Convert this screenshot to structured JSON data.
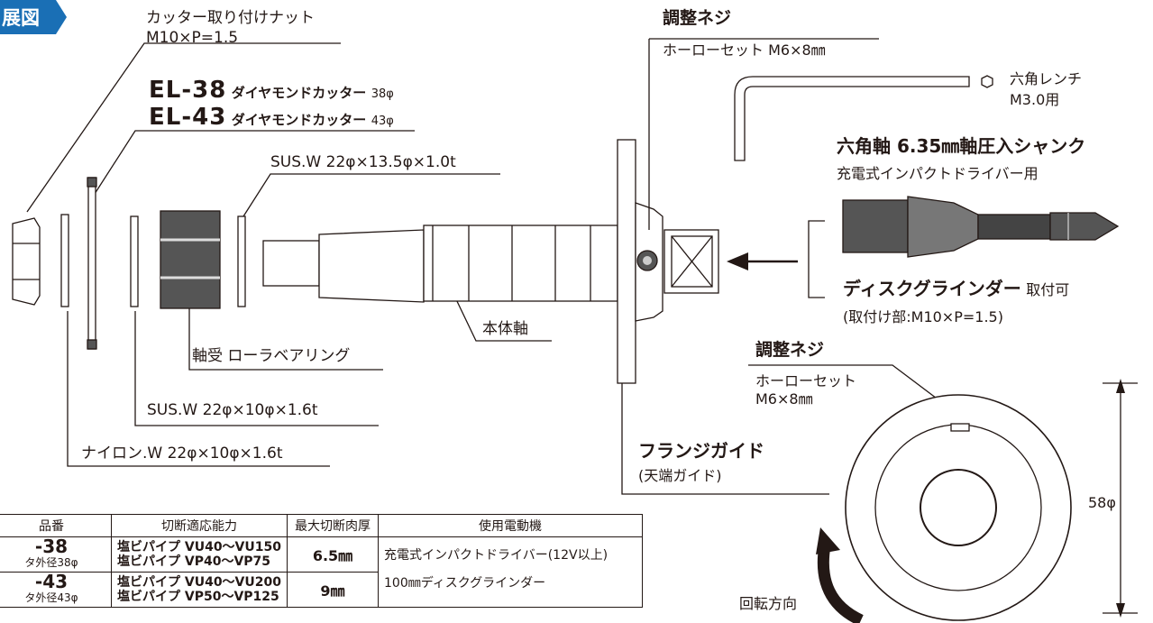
{
  "header": {
    "badge": "展図",
    "badge_color": "#1a6fb5"
  },
  "labels": {
    "nut": "カッター取り付けナット",
    "nut_spec": "M10×P=1.5",
    "el38_model": "EL-38",
    "el38_desc": "ダイヤモンドカッター",
    "el38_size": "38φ",
    "el43_model": "EL-43",
    "el43_desc": "ダイヤモンドカッター",
    "el43_size": "43φ",
    "washer_a": "SUS.W  22φ×13.5φ×1.0t",
    "bearing": "軸受 ローラベアリング",
    "washer_b": "SUS.W  22φ×10φ×1.6t",
    "washer_c": "ナイロン.W  22φ×10φ×1.6t",
    "body_shaft": "本体軸",
    "adjust_screw_title": "調整ネジ",
    "adjust_screw_spec": "ホーローセット  M6×8㎜",
    "wrench": "六角レンチ",
    "wrench_spec": "M3.0用",
    "shank_title": "六角軸 6.35㎜軸圧入シャンク",
    "shank_sub": "充電式インパクトドライバー用",
    "grinder_title": "ディスクグラインダー",
    "grinder_suffix": "取付可",
    "grinder_spec": "(取付け部:M10×P=1.5)",
    "adjust_screw2_title": "調整ネジ",
    "adjust_screw2_spec1": "ホーローセット",
    "adjust_screw2_spec2": "M6×8㎜",
    "flange_title": "フランジガイド",
    "flange_sub": "(天端ガイド)",
    "diameter": "58φ",
    "rotation": "回転方向"
  },
  "table": {
    "headers": [
      "品番",
      "切断適応能力",
      "最大切断肉厚",
      "使用電動機"
    ],
    "rows": [
      {
        "model": "-38",
        "model_sub": "タ外径38φ",
        "cap1": "塩ビパイプ VU40～VU150",
        "cap2": "塩ビパイプ VP40～VP75",
        "thickness": "6.5㎜"
      },
      {
        "model": "-43",
        "model_sub": "タ外径43φ",
        "cap1": "塩ビパイプ VU40～VU200",
        "cap2": "塩ビパイプ VP50～VP125",
        "thickness": "9㎜"
      }
    ],
    "tool1": "充電式インパクトドライバー(12V以上)",
    "tool2": "100㎜ディスクグラインダー"
  },
  "colors": {
    "ink": "#231815",
    "part_fill": "#ffffff",
    "dark_part": "#4d4d4d",
    "mid_part": "#8a8a8a"
  }
}
